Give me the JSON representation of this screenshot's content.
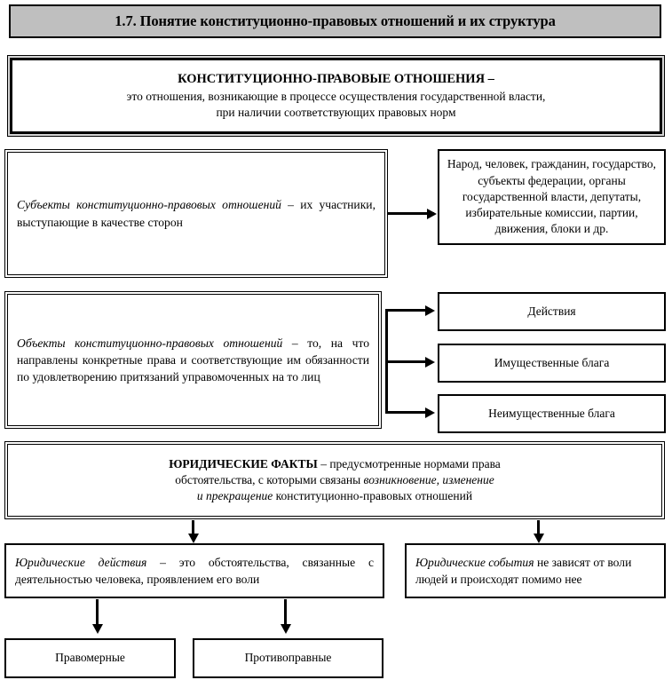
{
  "header": {
    "title": "1.7. Понятие конституционно-правовых отношений и их структура"
  },
  "main_definition": {
    "line1": "КОНСТИТУЦИОННО-ПРАВОВЫЕ ОТНОШЕНИЯ –",
    "line2": "это отношения, возникающие в процессе осуществления государственной власти,",
    "line3": "при наличии соответствующих правовых норм"
  },
  "subjects": {
    "term": "Субъекты конституционно-правовых отношений",
    "body": " – их участники, выступающие в качестве сторон",
    "target": "Народ, человек, гражданин, государство, субъекты федерации, органы государственной власти, депутаты, избирательные комиссии, партии, движения, блоки и др."
  },
  "objects": {
    "term": "Объекты конституционно-правовых отношений",
    "body": " – то, на что направлены конкретные права и соответствующие им обязанности по удовлетворению притязаний управомоченных на то лиц",
    "targets": [
      "Действия",
      "Имущественные блага",
      "Неимущественные блага"
    ]
  },
  "legal_facts": {
    "lead": "ЮРИДИЧЕСКИЕ ФАКТЫ",
    "line1_rest": " – предусмотренные нормами права",
    "line2_a": "обстоятельства, с которыми связаны ",
    "line2_em": "возникновение, изменение",
    "line3_em": "и прекращение",
    "line3_rest": " конституционно-правовых отношений"
  },
  "legal_actions": {
    "term": "Юридические действия",
    "body": " – это обстоятельства, связанные с деятельностью человека, проявлением его воли",
    "children": [
      "Правомерные",
      "Противоправные"
    ]
  },
  "legal_events": {
    "term": "Юридические события",
    "body": " не зависят от воли людей и происходят помимо нее"
  },
  "colors": {
    "header_background": "#bfbfbf",
    "border": "#000000",
    "page_background": "#ffffff"
  }
}
